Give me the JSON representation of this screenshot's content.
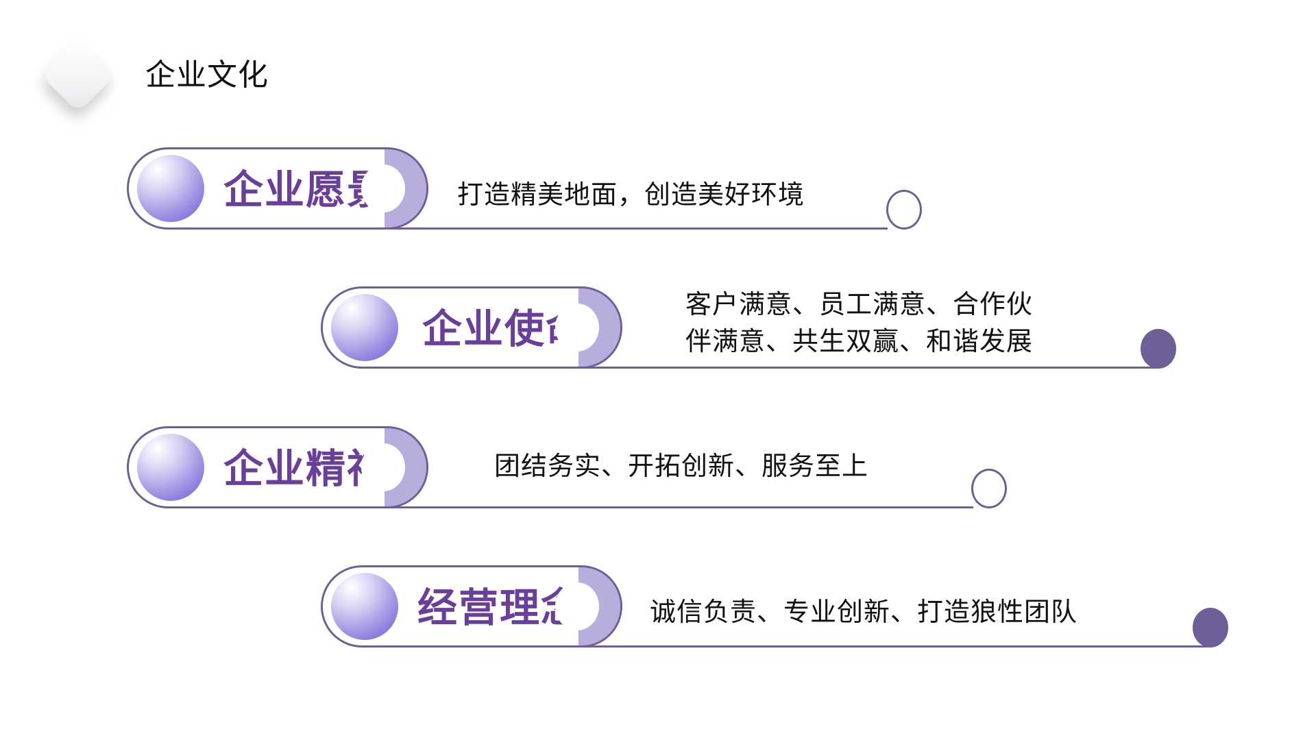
{
  "header": {
    "title": "企业文化",
    "logo_icon": "diamond-logo-icon"
  },
  "colors": {
    "accent": "#6a3f9b",
    "line": "#6f5f98",
    "cap": "#b7aede"
  },
  "items": [
    {
      "title": "企业愿景",
      "description": [
        "打造精美地面，创造美好环境"
      ],
      "end_marker": "outline"
    },
    {
      "title": "企业使命",
      "description": [
        "客户满意、员工满意、合作伙",
        "伴满意、共生双赢、和谐发展"
      ],
      "end_marker": "filled"
    },
    {
      "title": "企业精神",
      "description": [
        "团结务实、开拓创新、服务至上"
      ],
      "end_marker": "outline"
    },
    {
      "title": "经营理念",
      "description": [
        "诚信负责、专业创新、打造狼性团队"
      ],
      "end_marker": "filled"
    }
  ]
}
